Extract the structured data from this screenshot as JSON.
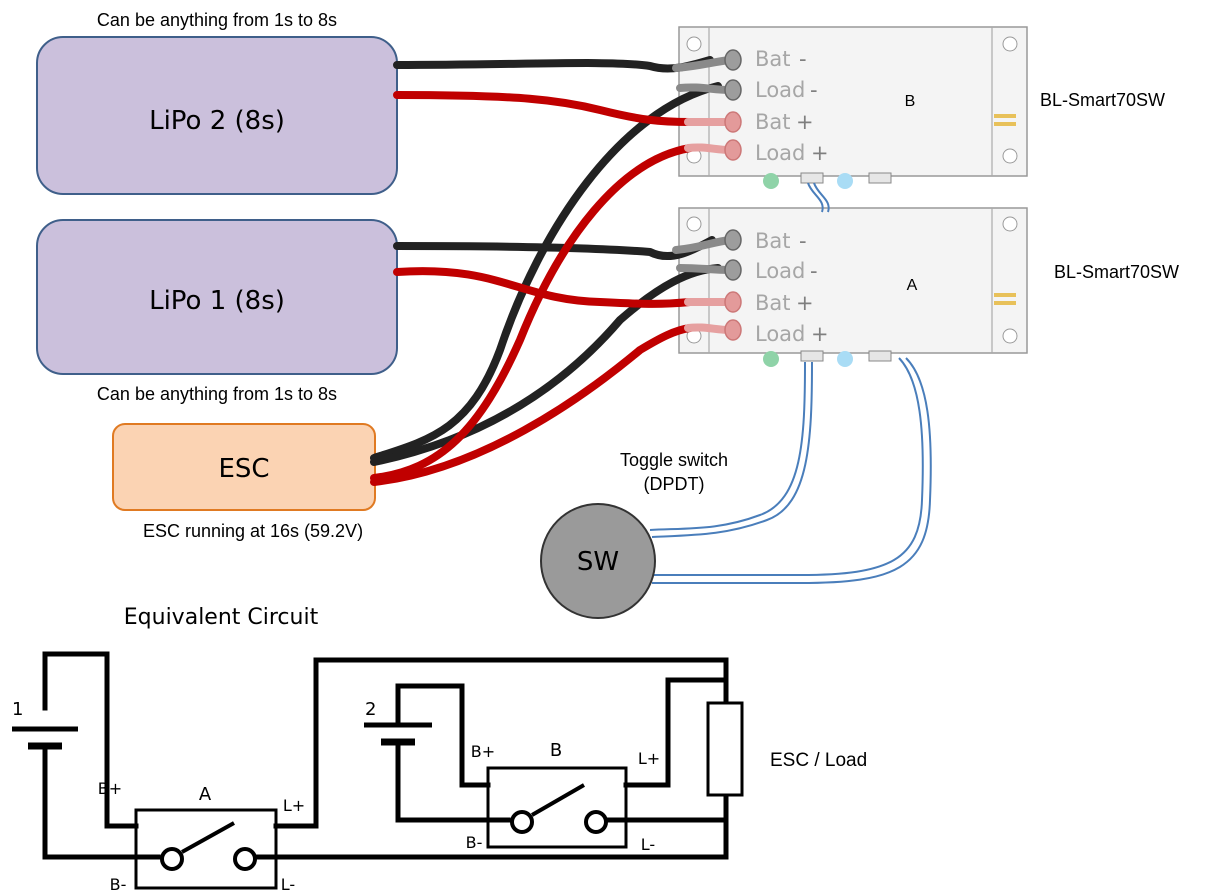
{
  "lipo2": {
    "label": "LiPo 2 (8s)",
    "note": "Can be anything from 1s to 8s"
  },
  "lipo1": {
    "label": "LiPo 1 (8s)",
    "note": "Can be anything from 1s to 8s"
  },
  "esc": {
    "label": "ESC",
    "note": "ESC running at 16s (59.2V)"
  },
  "board_b": {
    "letter": "B",
    "model": "BL-Smart70SW",
    "terminals": [
      {
        "name": "Bat",
        "sign": "-"
      },
      {
        "name": "Load",
        "sign": "-"
      },
      {
        "name": "Bat",
        "sign": "+"
      },
      {
        "name": "Load",
        "sign": "+"
      }
    ]
  },
  "board_a": {
    "letter": "A",
    "model": "BL-Smart70SW",
    "terminals": [
      {
        "name": "Bat",
        "sign": "-"
      },
      {
        "name": "Load",
        "sign": "-"
      },
      {
        "name": "Bat",
        "sign": "+"
      },
      {
        "name": "Load",
        "sign": "+"
      }
    ]
  },
  "switch": {
    "caption_line1": "Toggle switch",
    "caption_line2": "(DPDT)",
    "label": "SW"
  },
  "circuit": {
    "title": "Equivalent Circuit",
    "battery1": "1",
    "battery2": "2",
    "switch_a": {
      "name": "A",
      "bplus": "B+",
      "bminus": "B-",
      "lplus": "L+",
      "lminus": "L-"
    },
    "switch_b": {
      "name": "B",
      "bplus": "B+",
      "bminus": "B-",
      "lplus": "L+",
      "lminus": "L-"
    },
    "load_label": "ESC / Load"
  },
  "colors": {
    "lipo_fill": "#cbc0dc",
    "lipo_stroke": "#3f5f8a",
    "esc_fill": "#fbd3b3",
    "esc_stroke": "#e07a22",
    "wire_black": "#222222",
    "wire_red": "#c00000",
    "wire_blue": "#4a7ebb",
    "board_fill": "#f4f4f4",
    "switch_fill": "#9a9a9a"
  }
}
